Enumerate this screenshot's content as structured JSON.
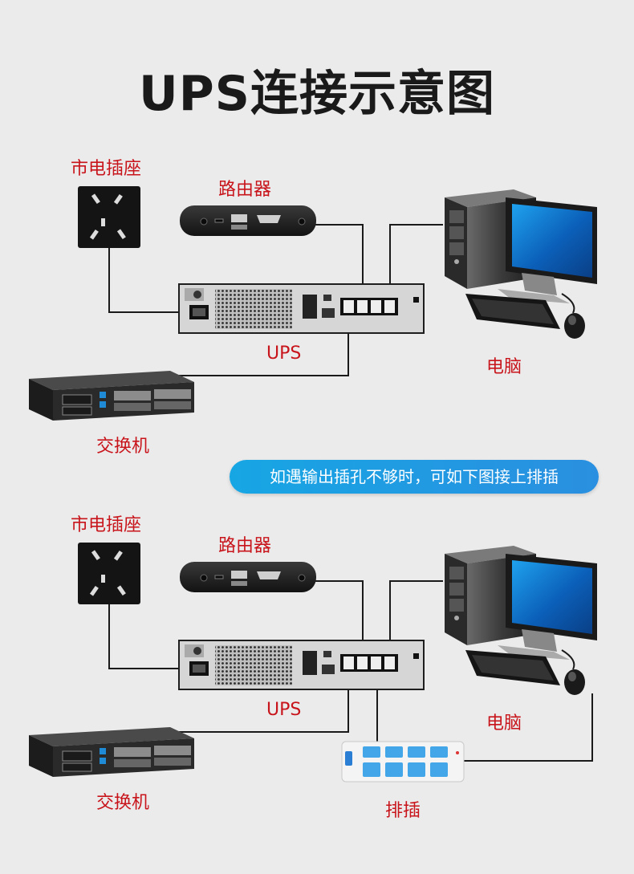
{
  "title": "UPS连接示意图",
  "banner": "如遇输出插孔不够时，可如下图接上排插",
  "diagram1": {
    "socket": "市电插座",
    "router": "路由器",
    "ups": "UPS",
    "computer": "电脑",
    "switch": "交换机"
  },
  "diagram2": {
    "socket": "市电插座",
    "router": "路由器",
    "ups": "UPS",
    "computer": "电脑",
    "switch": "交换机",
    "power_strip": "排插"
  },
  "colors": {
    "label_red": "#c8141b",
    "banner_blue": "#1e9be2",
    "cable": "#1a1a1a"
  }
}
